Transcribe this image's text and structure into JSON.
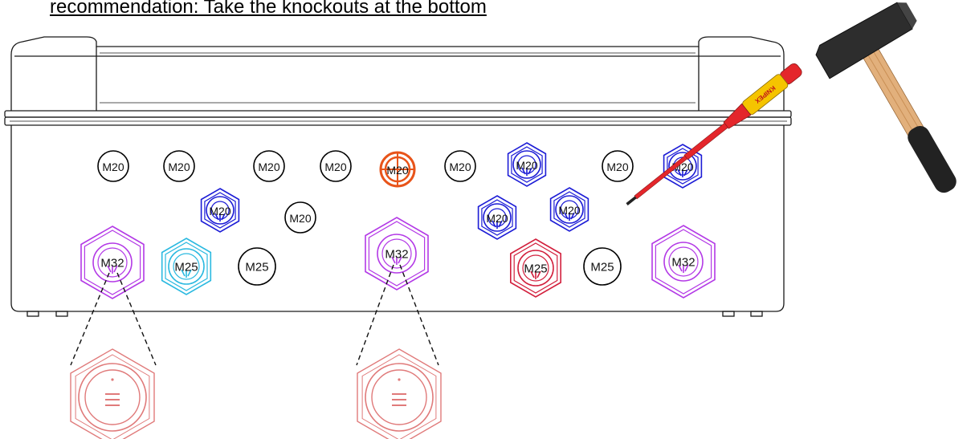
{
  "heading": "recommendation: Take the knockouts at the bottom",
  "colors": {
    "m20_plain": "#000000",
    "m20_gland": "#1c1cd6",
    "m20_breakout": "#e8541a",
    "m25_cyan": "#2ab9e0",
    "m25_red": "#d21f3c",
    "m32": "#b339e6",
    "detail": "#e07a7a",
    "screwdriver_handle": "#e4262b",
    "screwdriver_grip": "#f5c400",
    "hammer_handle": "#e2b07c",
    "hammer_head": "#2d2d2d"
  },
  "knockouts": [
    {
      "label": "M20",
      "kind": "plain"
    },
    {
      "label": "M20",
      "kind": "plain"
    },
    {
      "label": "M20",
      "kind": "plain"
    },
    {
      "label": "M20",
      "kind": "plain"
    },
    {
      "label": "M20",
      "kind": "breakout"
    },
    {
      "label": "M20",
      "kind": "plain"
    },
    {
      "label": "M20",
      "kind": "gland"
    },
    {
      "label": "M20",
      "kind": "plain"
    },
    {
      "label": "M20",
      "kind": "gland"
    },
    {
      "label": "M20",
      "kind": "gland"
    },
    {
      "label": "M20",
      "kind": "plain"
    },
    {
      "label": "M20",
      "kind": "gland"
    },
    {
      "label": "M20",
      "kind": "gland"
    },
    {
      "label": "M32",
      "kind": "gland-m32"
    },
    {
      "label": "M25",
      "kind": "gland-cyan"
    },
    {
      "label": "M25",
      "kind": "plain"
    },
    {
      "label": "M32",
      "kind": "gland-m32"
    },
    {
      "label": "M25",
      "kind": "gland-red"
    },
    {
      "label": "M25",
      "kind": "plain"
    },
    {
      "label": "M32",
      "kind": "gland-m32"
    }
  ],
  "tools": [
    {
      "name": "screwdriver",
      "brand_text": "KNIPEX"
    },
    {
      "name": "hammer"
    }
  ]
}
